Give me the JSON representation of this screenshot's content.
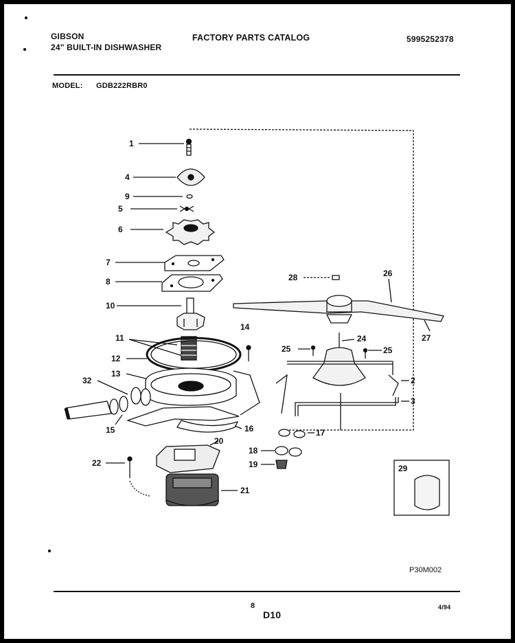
{
  "header": {
    "brand": "GIBSON",
    "product": "24\" BUILT-IN DISHWASHER",
    "catalog": "FACTORY PARTS CATALOG",
    "catalog_number": "5995252378",
    "model_label": "MODEL:",
    "model_number": "GDB222RBR0"
  },
  "footer": {
    "page_number": "8",
    "section": "D10",
    "date": "4/94"
  },
  "diagram": {
    "drawing_code": "P30M002",
    "callouts": [
      "1",
      "4",
      "9",
      "5",
      "6",
      "7",
      "8",
      "10",
      "11",
      "12",
      "13",
      "32",
      "15",
      "16",
      "20",
      "22",
      "21",
      "14",
      "28",
      "26",
      "27",
      "24",
      "25",
      "25",
      "2",
      "3",
      "17",
      "18",
      "19",
      "29"
    ]
  }
}
